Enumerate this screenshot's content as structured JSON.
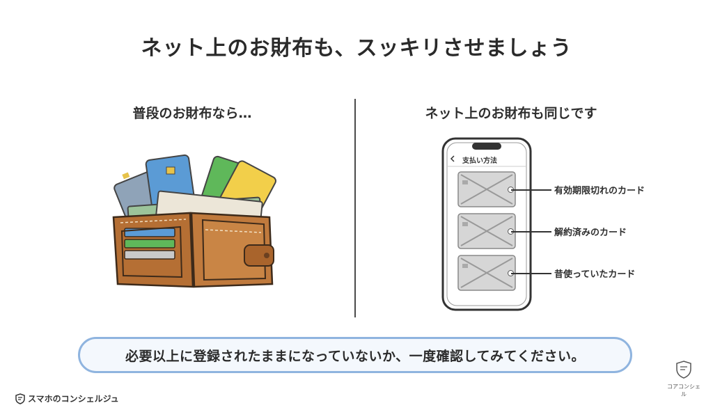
{
  "title": "ネット上のお財布も、スッキリさせましょう",
  "left": {
    "heading": "普段のお財布なら…"
  },
  "right": {
    "heading": "ネット上のお財布も同じです",
    "phone_screen_title": "支払い方法",
    "cards": [
      {
        "label": "有効期限切れのカード"
      },
      {
        "label": "解約済みのカード"
      },
      {
        "label": "昔使っていたカード"
      }
    ]
  },
  "message": "必要以上に登録されたままになっていないか、一度確認してみてください。",
  "footer": {
    "brand": "スマホのコンシェルジュ",
    "corner_logo": "コアコンシェル"
  },
  "colors": {
    "pill_border": "#8fb4df",
    "wallet": "#b56f34",
    "card_blue": "#5b9bd5",
    "card_green": "#5fb85a",
    "card_yellow": "#f2cf4a",
    "card_gray": "#8fa3b8"
  },
  "icons": {
    "wallet": "wallet-illustration",
    "phone": "smartphone-illustration",
    "back": "chevron-left-icon",
    "brand": "shield-logo-icon"
  }
}
